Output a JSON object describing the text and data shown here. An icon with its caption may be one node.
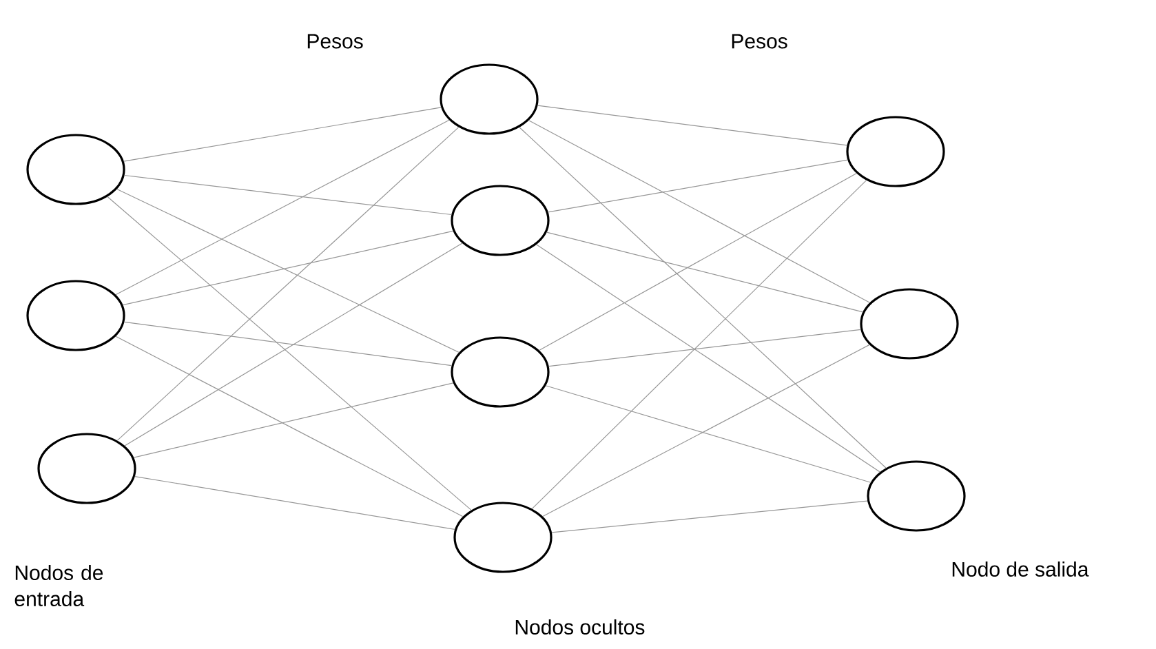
{
  "diagram": {
    "nodes": [
      {
        "text": [],
        "shape": "circle"
      },
      {
        "text": [],
        "shape": "circle"
      },
      {
        "text": [],
        "shape": "circle"
      },
      {
        "text": [],
        "shape": "circle"
      },
      {
        "text": [],
        "shape": "circle"
      },
      {
        "text": [],
        "shape": "circle"
      },
      {
        "text": [],
        "shape": "circle"
      },
      {
        "text": [],
        "shape": "circle"
      },
      {
        "text": [],
        "shape": "circle"
      },
      {
        "text": [],
        "shape": "circle"
      }
    ],
    "edges": [
      {
        "from": 0,
        "to": 3,
        "arrow": "none"
      },
      {
        "from": 0,
        "to": 4,
        "arrow": "none"
      },
      {
        "from": 0,
        "to": 5,
        "arrow": "none"
      },
      {
        "from": 0,
        "to": 6,
        "arrow": "none"
      },
      {
        "from": 1,
        "to": 3,
        "arrow": "none"
      },
      {
        "from": 1,
        "to": 4,
        "arrow": "none"
      },
      {
        "from": 1,
        "to": 5,
        "arrow": "none"
      },
      {
        "from": 1,
        "to": 6,
        "arrow": "none"
      },
      {
        "from": 2,
        "to": 3,
        "arrow": "none"
      },
      {
        "from": 2,
        "to": 4,
        "arrow": "none"
      },
      {
        "from": 2,
        "to": 5,
        "arrow": "none"
      },
      {
        "from": 2,
        "to": 6,
        "arrow": "none"
      },
      {
        "from": 3,
        "to": 7,
        "arrow": "none"
      },
      {
        "from": 3,
        "to": 8,
        "arrow": "none"
      },
      {
        "from": 3,
        "to": 9,
        "arrow": "none"
      },
      {
        "from": 4,
        "to": 7,
        "arrow": "none"
      },
      {
        "from": 4,
        "to": 8,
        "arrow": "none"
      },
      {
        "from": 4,
        "to": 9,
        "arrow": "none"
      },
      {
        "from": 5,
        "to": 7,
        "arrow": "none"
      },
      {
        "from": 5,
        "to": 8,
        "arrow": "none"
      },
      {
        "from": 5,
        "to": 9,
        "arrow": "none"
      },
      {
        "from": 6,
        "to": 7,
        "arrow": "none"
      },
      {
        "from": 6,
        "to": 8,
        "arrow": "none"
      },
      {
        "from": 6,
        "to": 9,
        "arrow": "none"
      }
    ],
    "labels": [
      "Pesos",
      "Pesos",
      "Nodos de entrada",
      "Nodos ocultos",
      "Nodo de salida"
    ]
  }
}
